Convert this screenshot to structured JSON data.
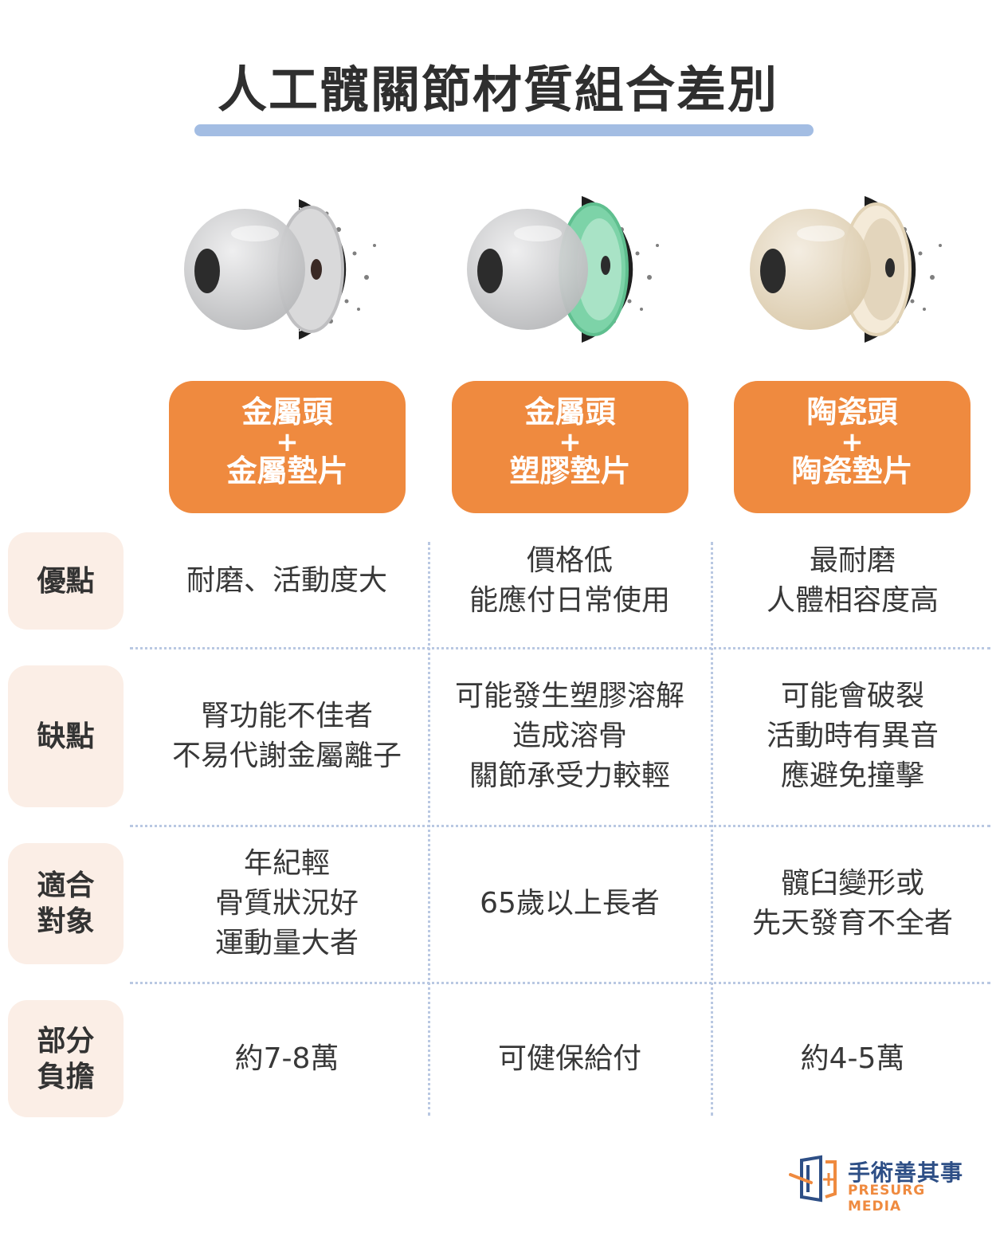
{
  "title": "人工髖關節材質組合差別",
  "colors": {
    "accent_orange": "#ef8a3f",
    "underline_blue": "#a3bde3",
    "label_bg": "#fbeee6",
    "metal": "#c8c9cb",
    "plastic": "#7dd3a8",
    "ceramic": "#e7d9c0",
    "porous_shell": "#1e1e1e"
  },
  "columns": [
    {
      "icon": "metal-on-metal-joint-icon",
      "header": {
        "line1": "金屬頭",
        "plus": "+",
        "line2": "金屬墊片"
      }
    },
    {
      "icon": "metal-on-plastic-joint-icon",
      "header": {
        "line1": "金屬頭",
        "plus": "+",
        "line2": "塑膠墊片"
      }
    },
    {
      "icon": "ceramic-on-ceramic-joint-icon",
      "header": {
        "line1": "陶瓷頭",
        "plus": "+",
        "line2": "陶瓷墊片"
      }
    }
  ],
  "rows": [
    {
      "label": [
        "優點"
      ],
      "cells": [
        [
          "耐磨、活動度大"
        ],
        [
          "價格低",
          "能應付日常使用"
        ],
        [
          "最耐磨",
          "人體相容度高"
        ]
      ]
    },
    {
      "label": [
        "缺點"
      ],
      "cells": [
        [
          "腎功能不佳者",
          "不易代謝金屬離子"
        ],
        [
          "可能發生塑膠溶解",
          "造成溶骨",
          "關節承受力較輕"
        ],
        [
          "可能會破裂",
          "活動時有異音",
          "應避免撞擊"
        ]
      ]
    },
    {
      "label": [
        "適合",
        "對象"
      ],
      "cells": [
        [
          "年紀輕",
          "骨質狀況好",
          "運動量大者"
        ],
        [
          "65歲以上長者"
        ],
        [
          "髖臼變形或",
          "先天發育不全者"
        ]
      ]
    },
    {
      "label": [
        "部分",
        "負擔"
      ],
      "cells": [
        [
          "約7-8萬"
        ],
        [
          "可健保給付"
        ],
        [
          "約4-5萬"
        ]
      ]
    }
  ],
  "logo": {
    "cn": "手術善其事",
    "en": "PRESURG MEDIA"
  }
}
